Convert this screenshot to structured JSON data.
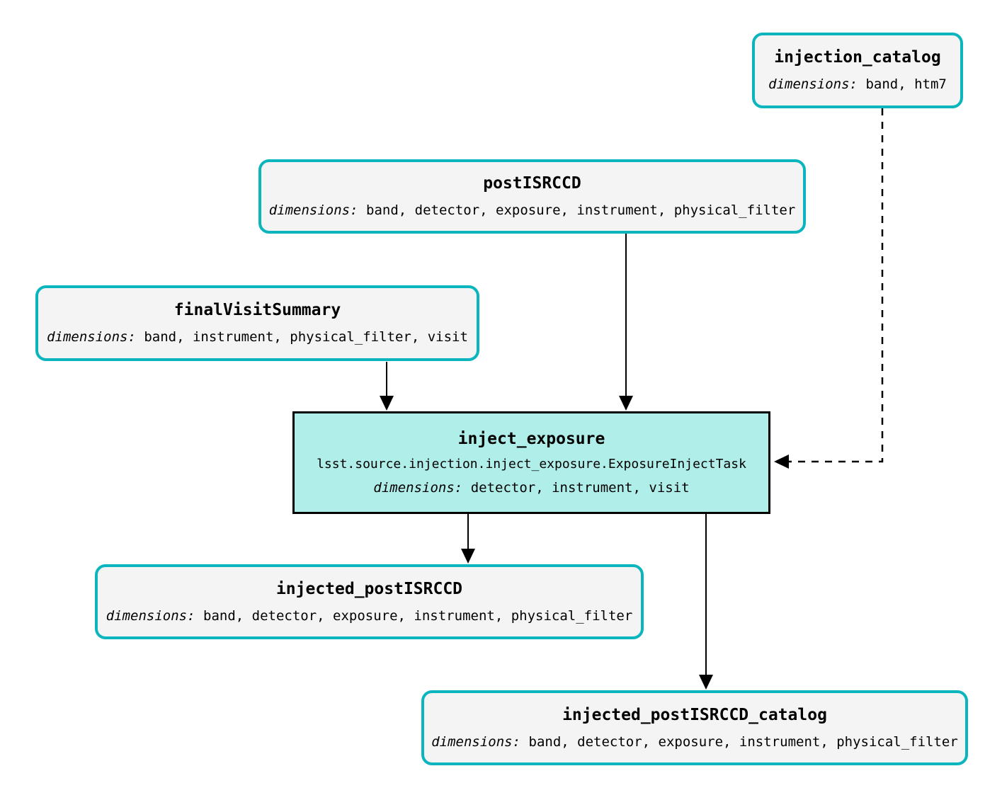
{
  "diagram": {
    "kind": "pipeline-task-graph",
    "background": "#ffffff",
    "colors": {
      "dataset_border": "#0ab5bd",
      "dataset_fill": "#f4f4f4",
      "task_border": "#000000",
      "task_fill": "#afeee9",
      "edge": "#000000",
      "text": "#000000"
    },
    "nodes": [
      {
        "id": "injection_catalog",
        "kind": "dataset",
        "title": "injection_catalog",
        "dimensions_label": "dimensions:",
        "dimensions": "band, htm7"
      },
      {
        "id": "postISRCCD",
        "kind": "dataset",
        "title": "postISRCCD",
        "dimensions_label": "dimensions:",
        "dimensions": "band, detector, exposure, instrument, physical_filter"
      },
      {
        "id": "finalVisitSummary",
        "kind": "dataset",
        "title": "finalVisitSummary",
        "dimensions_label": "dimensions:",
        "dimensions": "band, instrument, physical_filter, visit"
      },
      {
        "id": "inject_exposure",
        "kind": "task",
        "title": "inject_exposure",
        "task_class": "lsst.source.injection.inject_exposure.ExposureInjectTask",
        "dimensions_label": "dimensions:",
        "dimensions": "detector, instrument, visit"
      },
      {
        "id": "injected_postISRCCD",
        "kind": "dataset",
        "title": "injected_postISRCCD",
        "dimensions_label": "dimensions:",
        "dimensions": "band, detector, exposure, instrument, physical_filter"
      },
      {
        "id": "injected_postISRCCD_catalog",
        "kind": "dataset",
        "title": "injected_postISRCCD_catalog",
        "dimensions_label": "dimensions:",
        "dimensions": "band, detector, exposure, instrument, physical_filter"
      }
    ],
    "edges": [
      {
        "from": "finalVisitSummary",
        "to": "inject_exposure",
        "style": "solid"
      },
      {
        "from": "postISRCCD",
        "to": "inject_exposure",
        "style": "solid"
      },
      {
        "from": "injection_catalog",
        "to": "inject_exposure",
        "style": "dashed"
      },
      {
        "from": "inject_exposure",
        "to": "injected_postISRCCD",
        "style": "solid"
      },
      {
        "from": "inject_exposure",
        "to": "injected_postISRCCD_catalog",
        "style": "solid"
      }
    ]
  }
}
